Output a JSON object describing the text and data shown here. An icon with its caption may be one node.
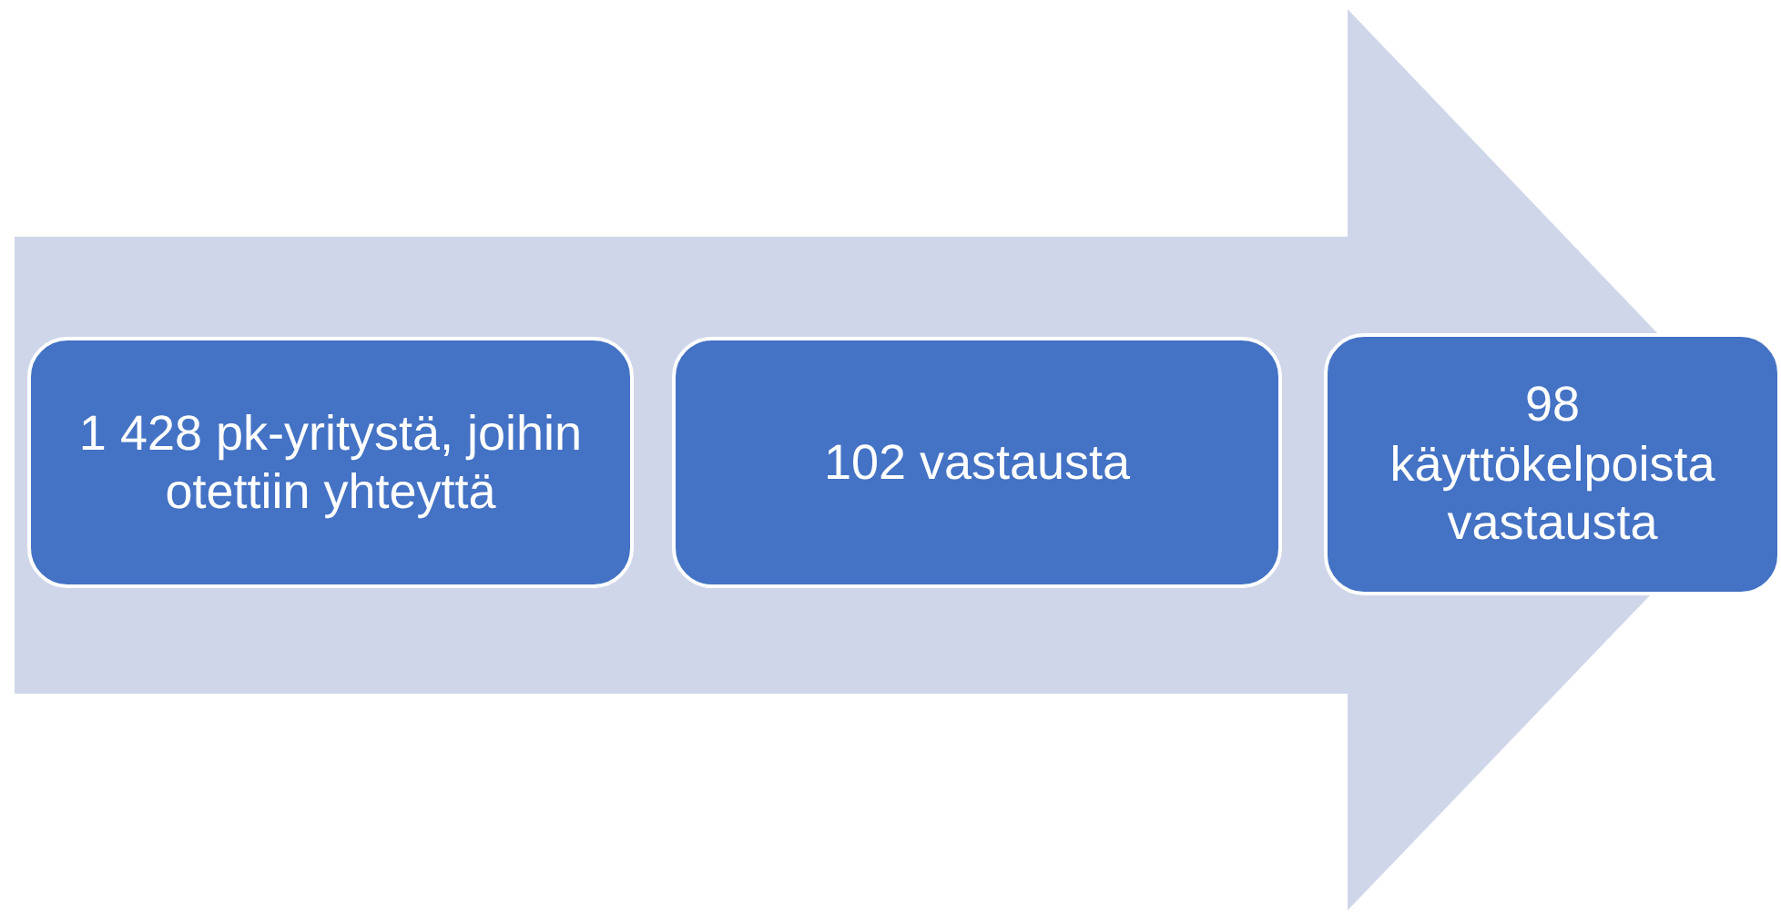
{
  "diagram": {
    "nodes": [
      {
        "text": [
          "1 428 pk-yritystä, joihin otettiin yhteyttä"
        ]
      },
      {
        "text": [
          "102 vastausta"
        ]
      },
      {
        "text": [
          "98 käyttökelpoista vastausta"
        ]
      }
    ],
    "edges": [
      {
        "from": 0,
        "to": 2,
        "arrow": "to"
      }
    ]
  }
}
